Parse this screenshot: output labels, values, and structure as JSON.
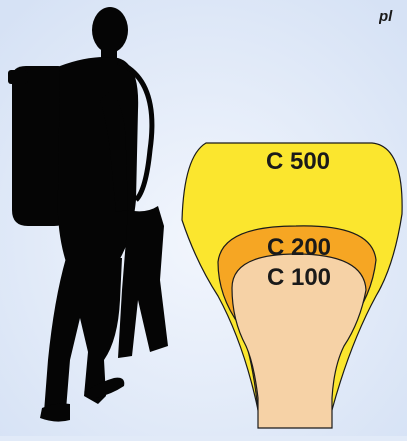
{
  "corner_text": "pl",
  "sizes": [
    {
      "label": "C 500",
      "color": "#fbe62e"
    },
    {
      "label": "C 200",
      "color": "#f6a623"
    },
    {
      "label": "C 100",
      "color": "#f6d2a6"
    }
  ],
  "colors": {
    "background": "#e1eaf8",
    "silhouette": "#050505",
    "outline": "#1a1a1a"
  }
}
